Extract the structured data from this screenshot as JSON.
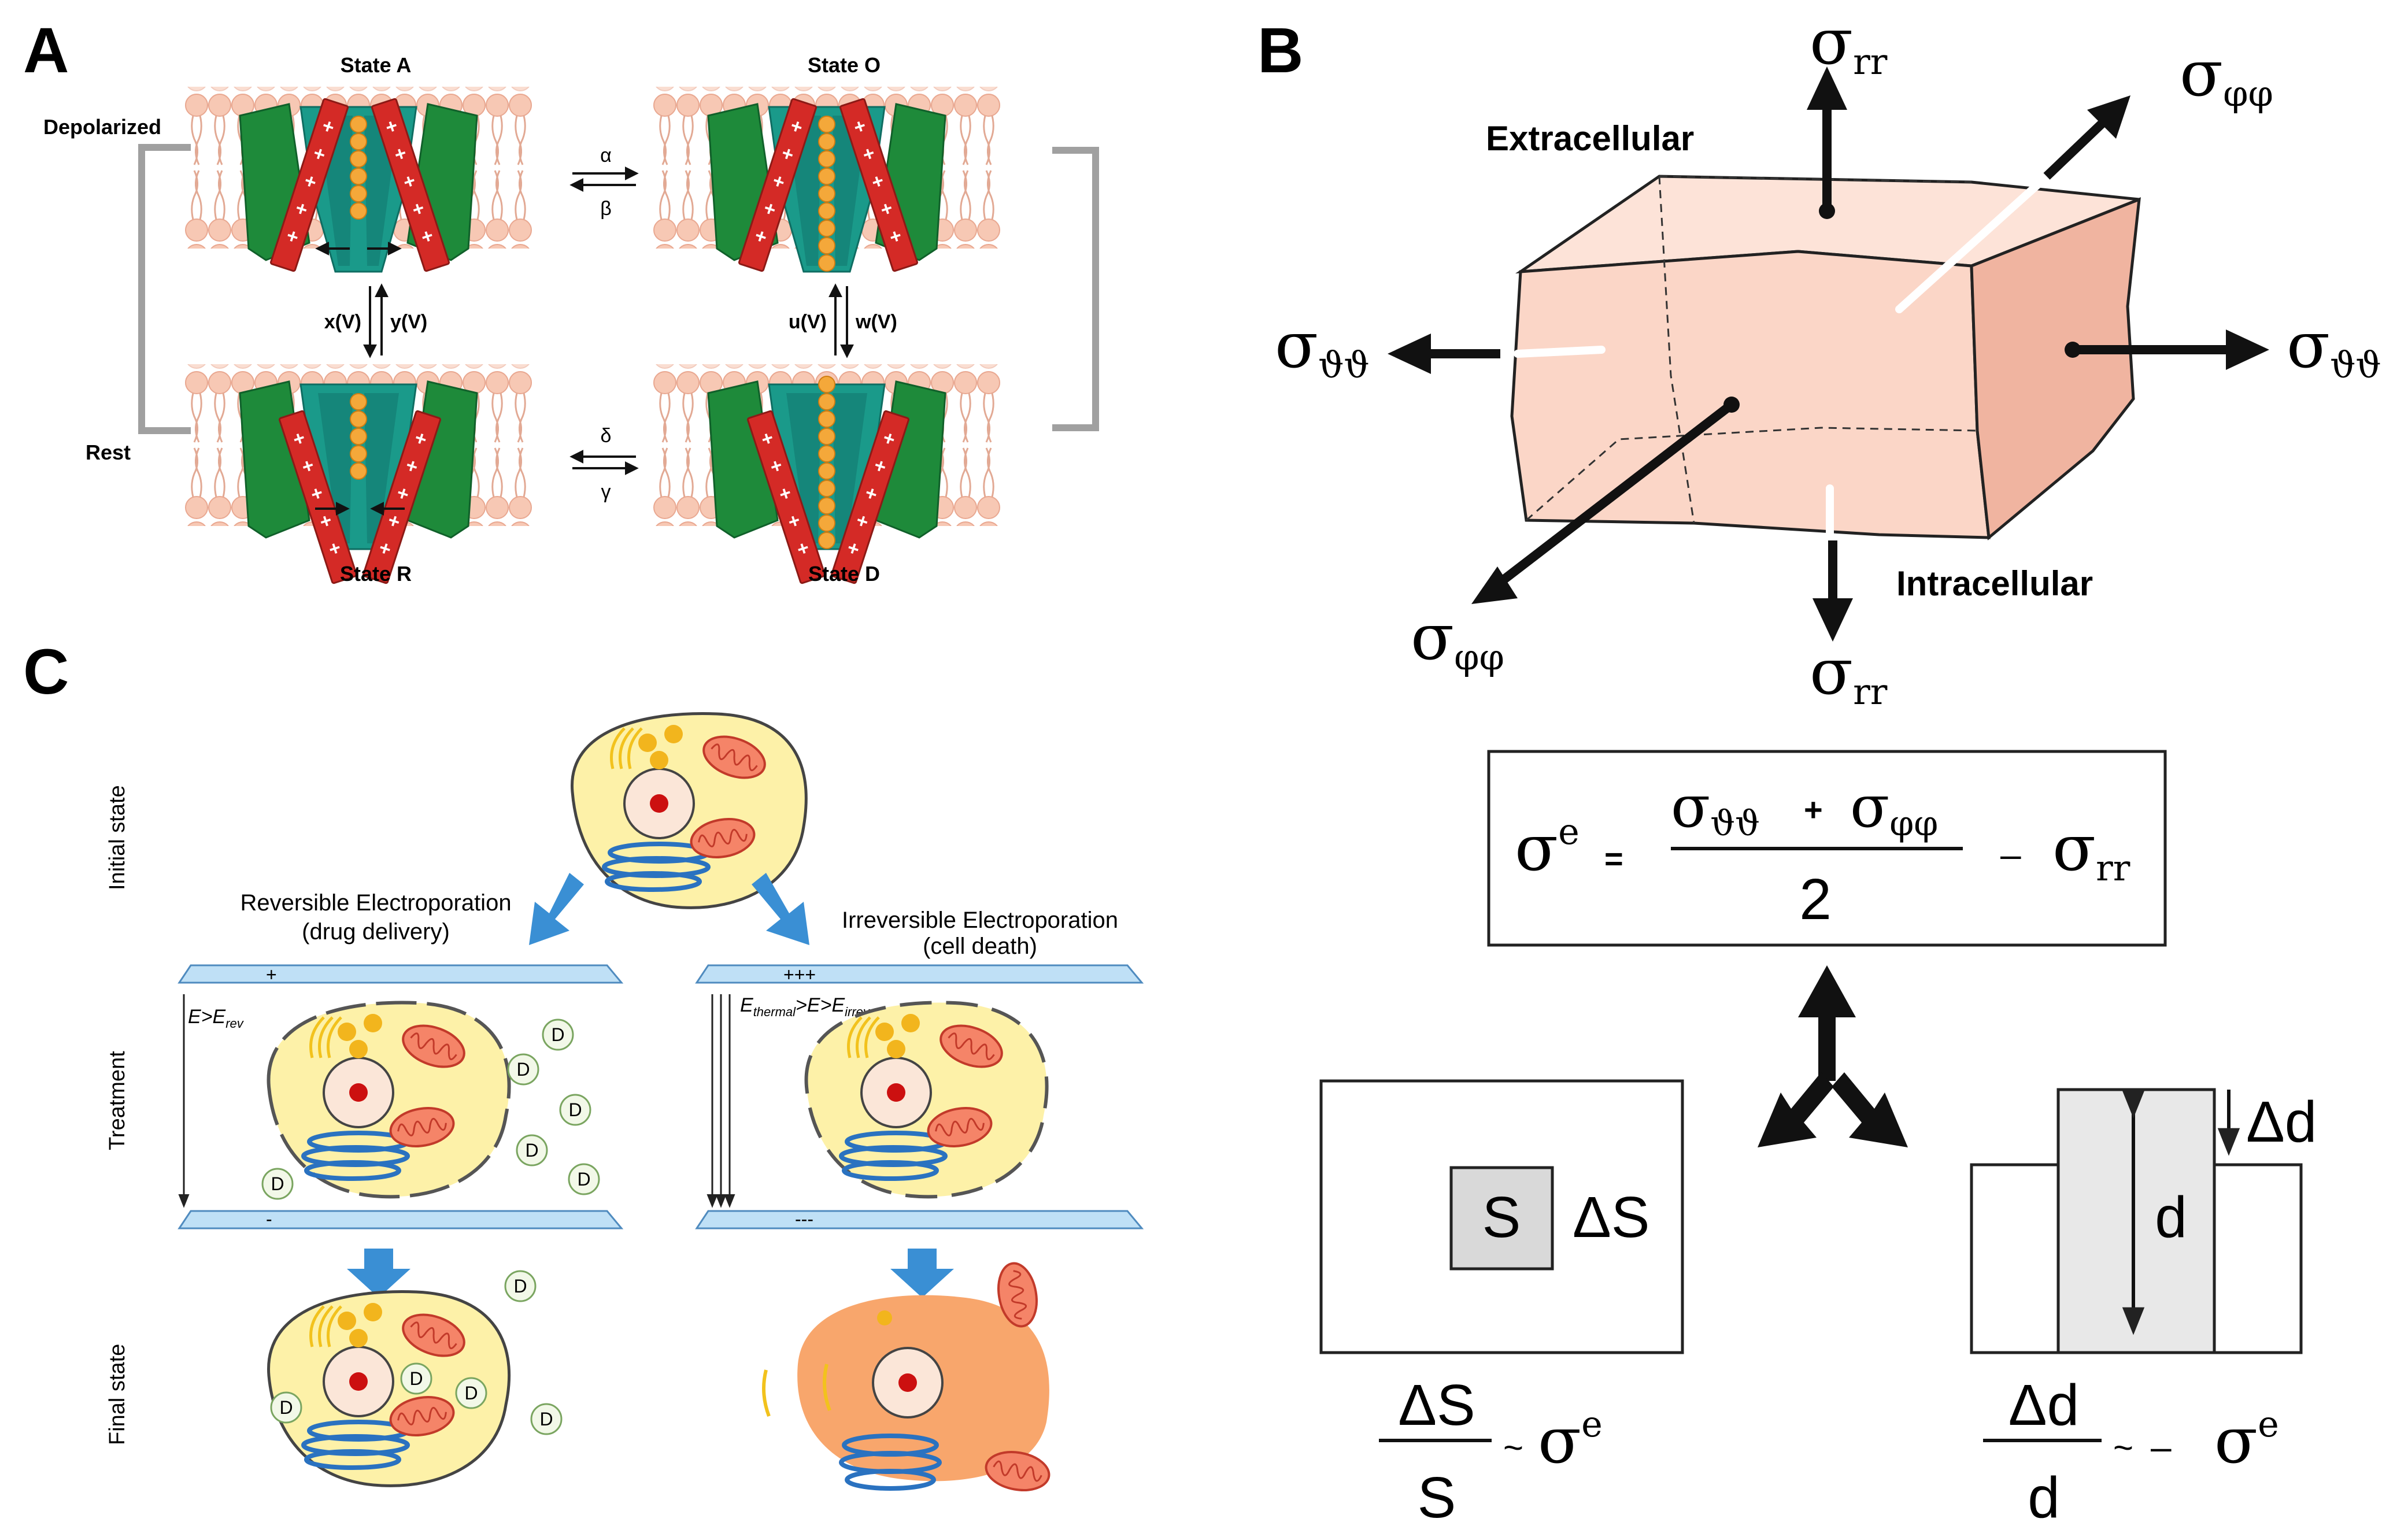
{
  "panels": {
    "a": {
      "letter": "A",
      "states": {
        "a": "State A",
        "o": "State O",
        "r": "State R",
        "d": "State D"
      },
      "depolarized": "Depolarized",
      "rest": "Rest",
      "rates": {
        "alpha": "α",
        "beta": "β",
        "delta": "δ",
        "gamma": "γ",
        "x": "x(V)",
        "y": "y(V)",
        "u": "u(V)",
        "w": "w(V)"
      },
      "charge": "+"
    },
    "b": {
      "letter": "B",
      "extracellular": "Extracellular",
      "intracellular": "Intracellular",
      "sigma_sym": "σ",
      "sub_rr": "rr",
      "sub_tt": "ϑϑ",
      "sub_pp": "φφ",
      "sup_e": "e",
      "eq_sign": "=",
      "plus": "+",
      "minus": "–",
      "two": "2",
      "tilde": "~",
      "s_label": "S",
      "delta_s": "ΔS",
      "d_label": "d",
      "delta_d": "Δd"
    },
    "c": {
      "letter": "C",
      "initial_state": "Initial state",
      "treatment": "Treatment",
      "final_state": "Final state",
      "reversible_line1": "Reversible Electroporation",
      "reversible_line2": "(drug delivery)",
      "irreversible_line1": "Irreversible Electroporation",
      "irreversible_line2": "(cell death)",
      "plate_top_left": "+",
      "plate_top_right": "+++",
      "plate_bottom_left": "-",
      "plate_bottom_right": "---",
      "e_rev": {
        "e": "E",
        "gt": ">",
        "e2": "E",
        "sub": "rev"
      },
      "e_thermal": {
        "e": "E",
        "sub1": "thermal",
        "gt1": ">",
        "e2": "E",
        "gt2": ">",
        "e3": "E",
        "sub2": "irrev"
      },
      "drug": "D"
    }
  },
  "colors": {
    "protein_dark": "#1e8a3a",
    "protein_teal": "#1a9a8a",
    "helix_red": "#d42a26",
    "ion_orange": "#f4a83a",
    "lipid_head": "#f7c8b4",
    "lipid_tail": "#e4b4a0",
    "cube_front": "#fbd6c7",
    "cube_side": "#f0b4a0",
    "cell_yellow": "#fdf1a8",
    "cell_dead": "#f8a66c",
    "arrow_blue": "#3a8fd4",
    "plate_blue": "#bfe0f6",
    "mito_red": "#e04a3a",
    "er_blue": "#2a72c0",
    "bracket_grey": "#a0a0a0"
  }
}
